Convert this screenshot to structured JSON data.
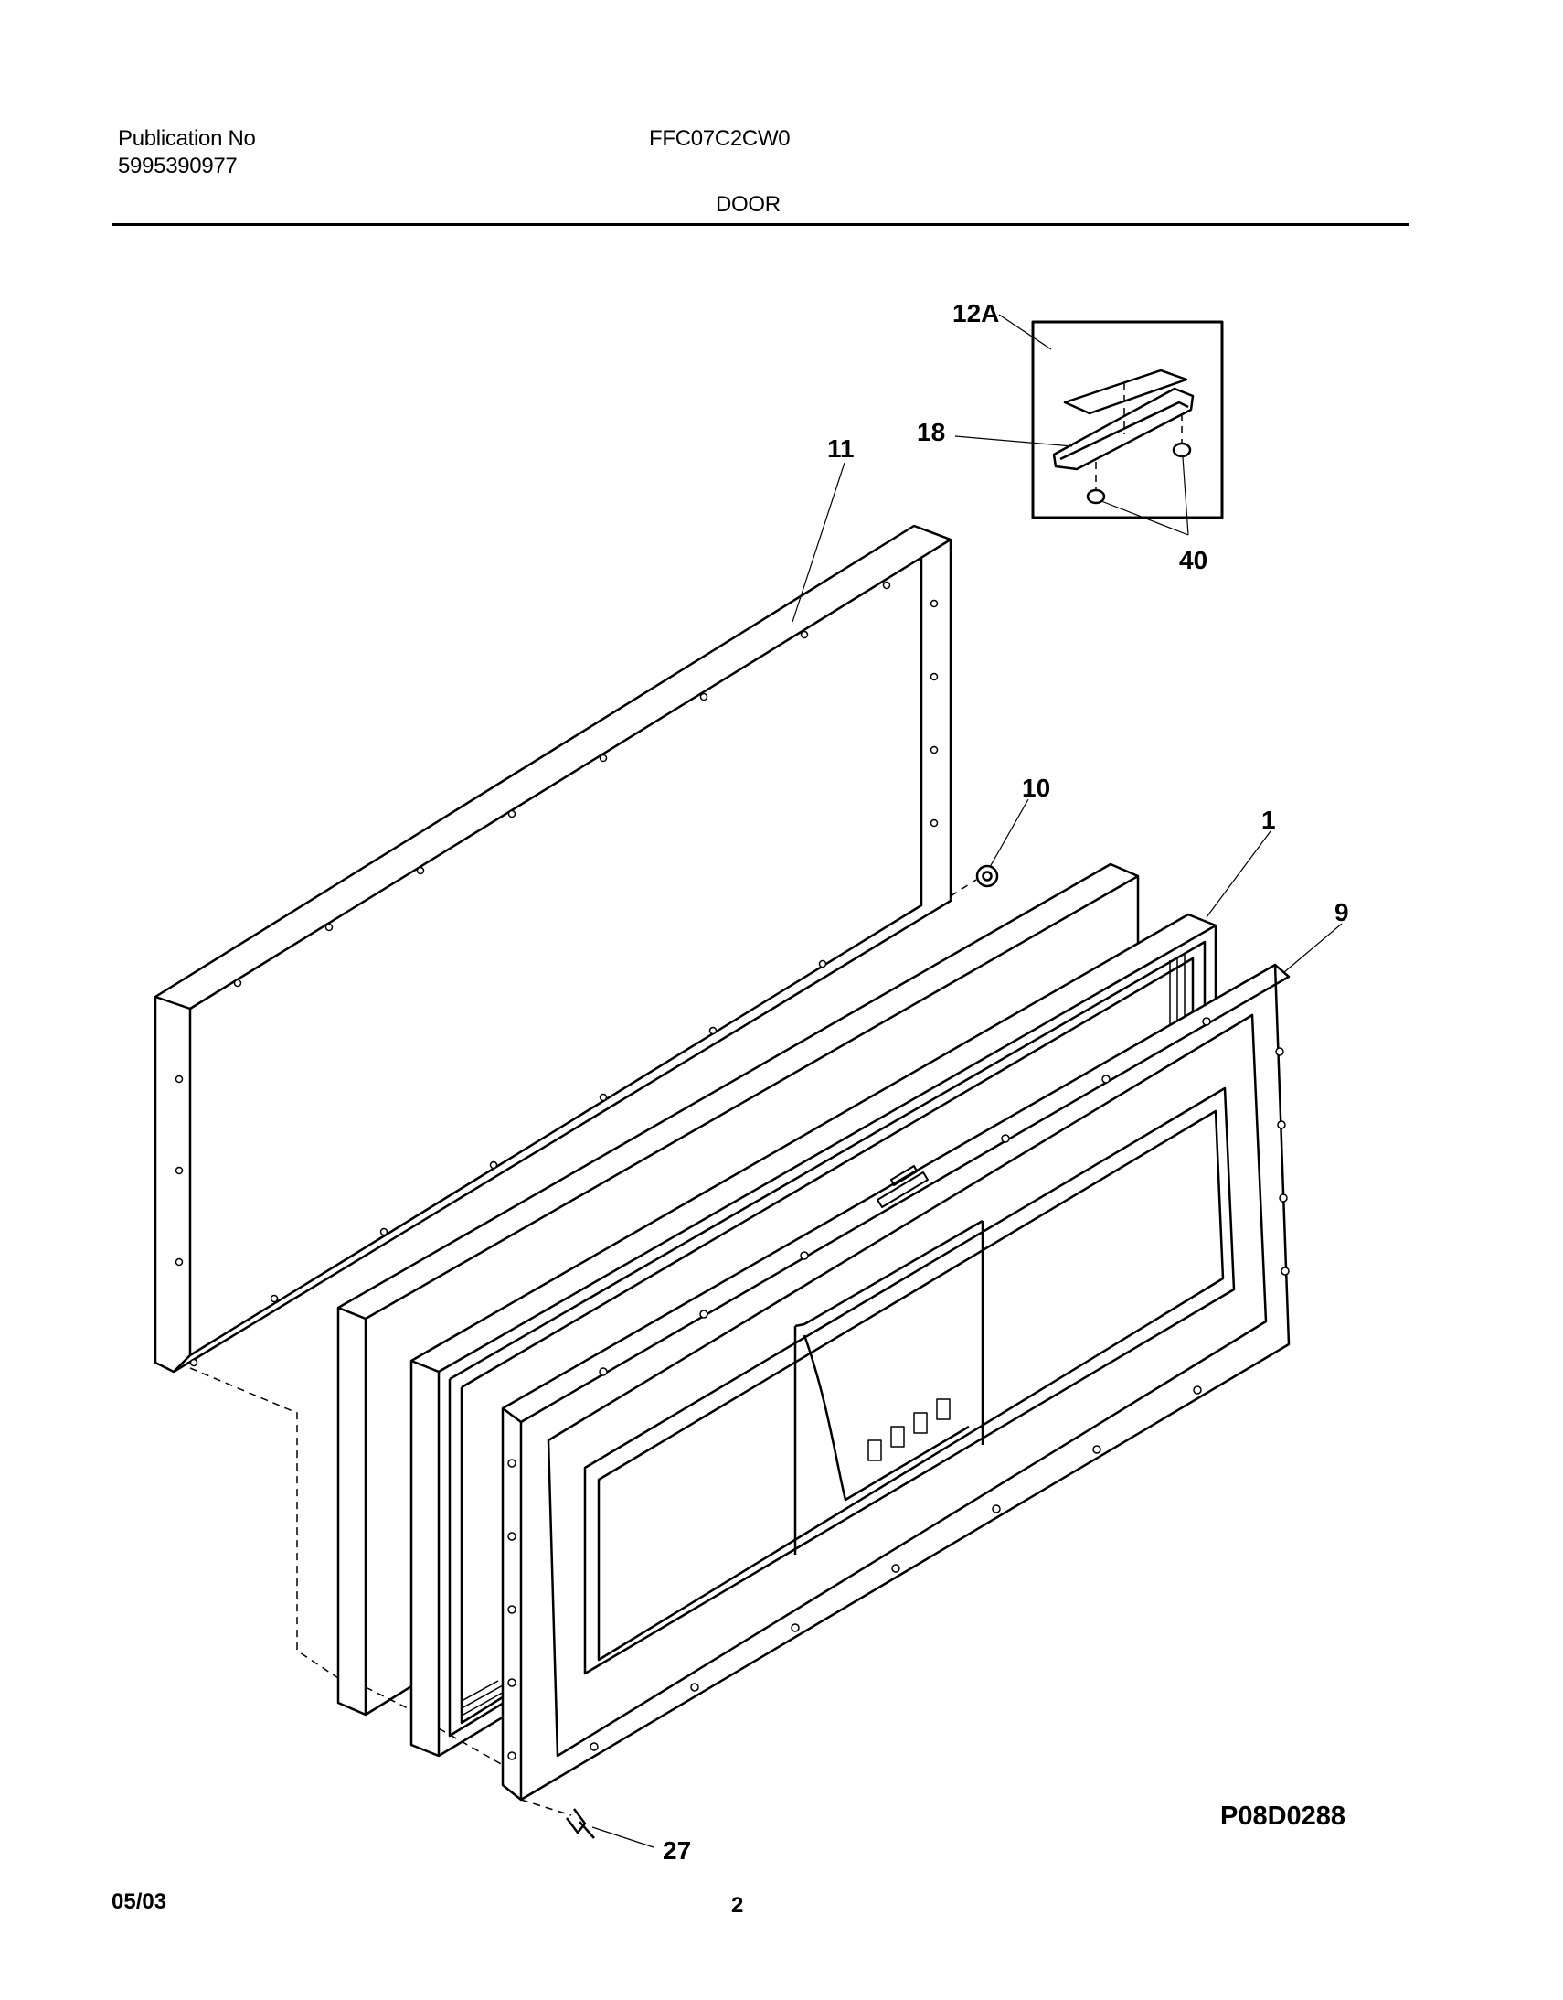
{
  "header": {
    "publication_label": "Publication No",
    "publication_number": "5995390977",
    "model": "FFC07C2CW0",
    "section": "DOOR"
  },
  "callouts": {
    "p12a": "12A",
    "p18": "18",
    "p11": "11",
    "p40": "40",
    "p10": "10",
    "p1": "1",
    "p9": "9",
    "p27": "27"
  },
  "diagram_code": "P08D0288",
  "footer": {
    "date": "05/03",
    "page": "2"
  }
}
